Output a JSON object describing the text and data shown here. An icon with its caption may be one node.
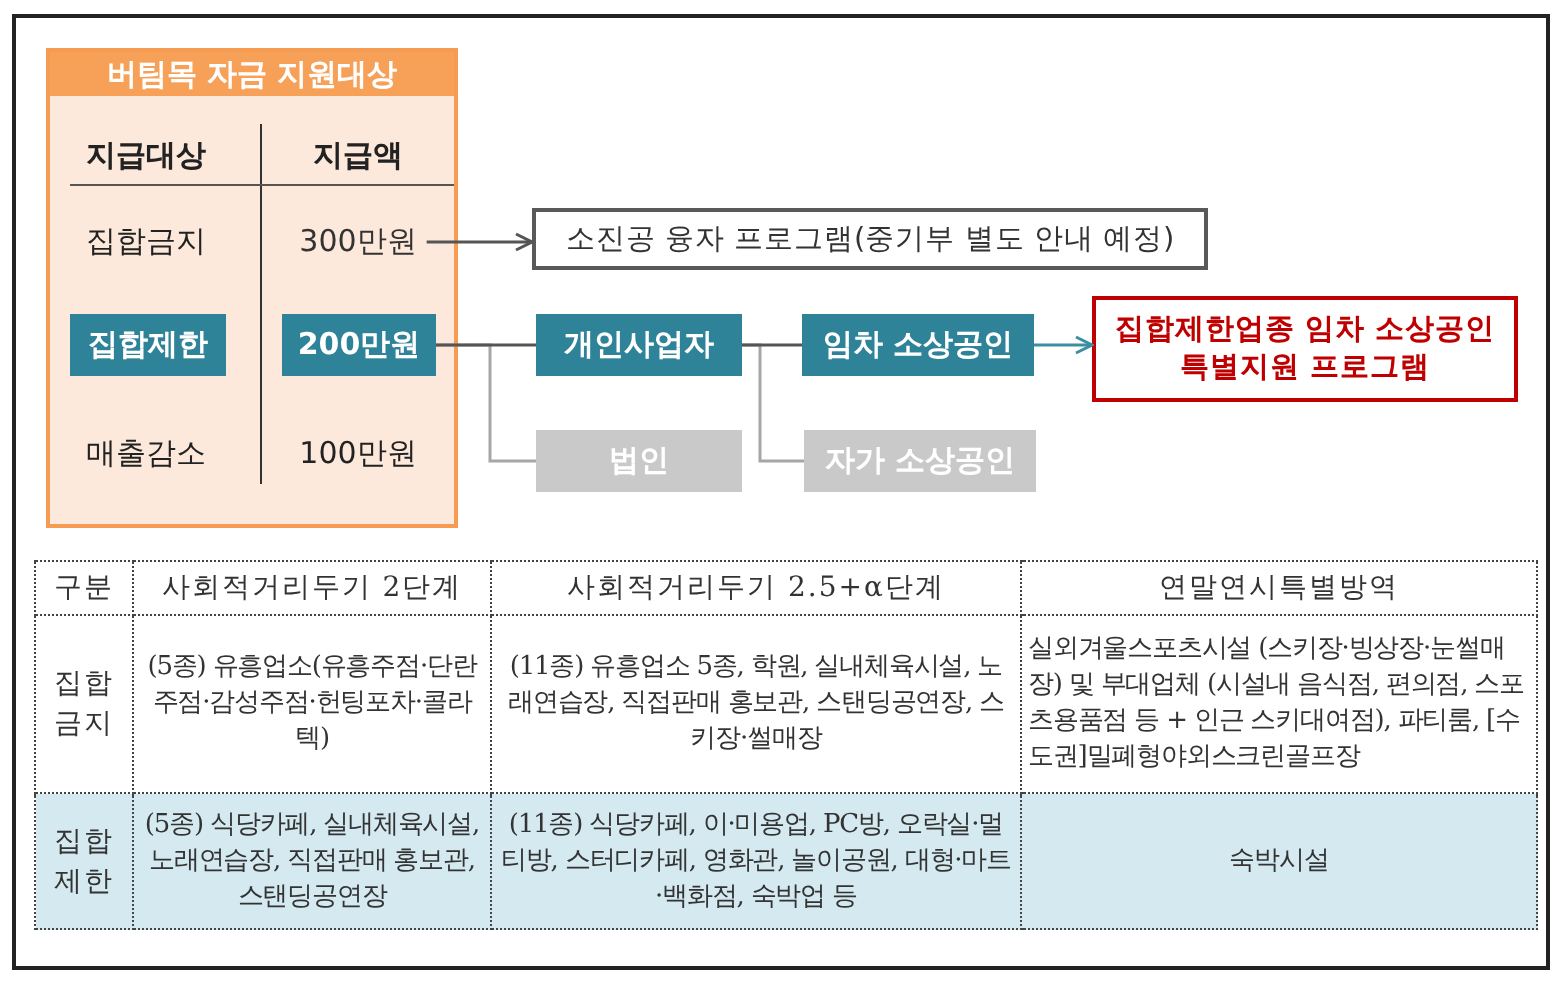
{
  "diagram": {
    "nodes": [
      {
        "text": [
          "버팀목 자금 지원대상",
          "지급대상",
          "지급액",
          "집합금지",
          "매출감소",
          "100만원"
        ]
      },
      {
        "text": [
          "300만원"
        ],
        "in": 0
      },
      {
        "text": [
          "집합제한"
        ],
        "in": 0
      },
      {
        "text": [
          "200만원"
        ],
        "in": 0
      },
      {
        "text": [
          "소진공 융자 프로그램(중기부 별도 안내 예정)"
        ]
      },
      {
        "text": [
          "개인사업자"
        ]
      },
      {
        "text": [
          "법인"
        ]
      },
      {
        "text": [
          "임차 소상공인"
        ]
      },
      {
        "text": [
          "자가 소상공인"
        ]
      },
      {
        "text": [
          "집합제한업종 임차 소상공인 특별지원 프로그램"
        ]
      }
    ],
    "edges": [
      {
        "from": 1,
        "to": 4,
        "arrow": "to"
      },
      {
        "from": 3,
        "to": 5,
        "arrow": "none"
      },
      {
        "from": 3,
        "to": 6,
        "arrow": "none",
        "color": "#a6a6a6"
      },
      {
        "from": 5,
        "to": 7,
        "arrow": "none"
      },
      {
        "from": 5,
        "to": 8,
        "arrow": "none",
        "color": "#a6a6a6"
      },
      {
        "from": 7,
        "to": 9,
        "arrow": "to",
        "color": "#3b8ea3"
      }
    ],
    "labels": [
      "구분",
      "사회적거리두기 2단계",
      "사회적거리두기 2.5+α단계",
      "연말연시특별방역",
      "집합금지",
      "(5종) 유흥업소(유흥주점·단란주점·감성주점·헌팅포차·콜라텍)",
      "(11종) 유흥업소 5종, 학원, 실내체육시설, 노래연습장, 직접판매 홍보관, 스탠딩공연장, 스키장·썰매장",
      "실외겨울스포츠시설 (스키장·빙상장·눈썰매장) 및 부대업체 (시설내 음식점, 편의점, 스포츠용품점 등 + 인근 스키대여점), 파티룸, [수도권]밀폐형야외스크린골프장",
      "집합제한",
      "(5종) 식당카페, 실내체육시설, 노래연습장, 직접판매 홍보관, 스탠딩공연장",
      "(11종) 식당카페, 이·미용업, PC방, 오락실·멀티방, 스터디카페, 영화관, 놀이공원, 대형·마트·백화점, 숙박업 등",
      "숙박시설"
    ]
  }
}
